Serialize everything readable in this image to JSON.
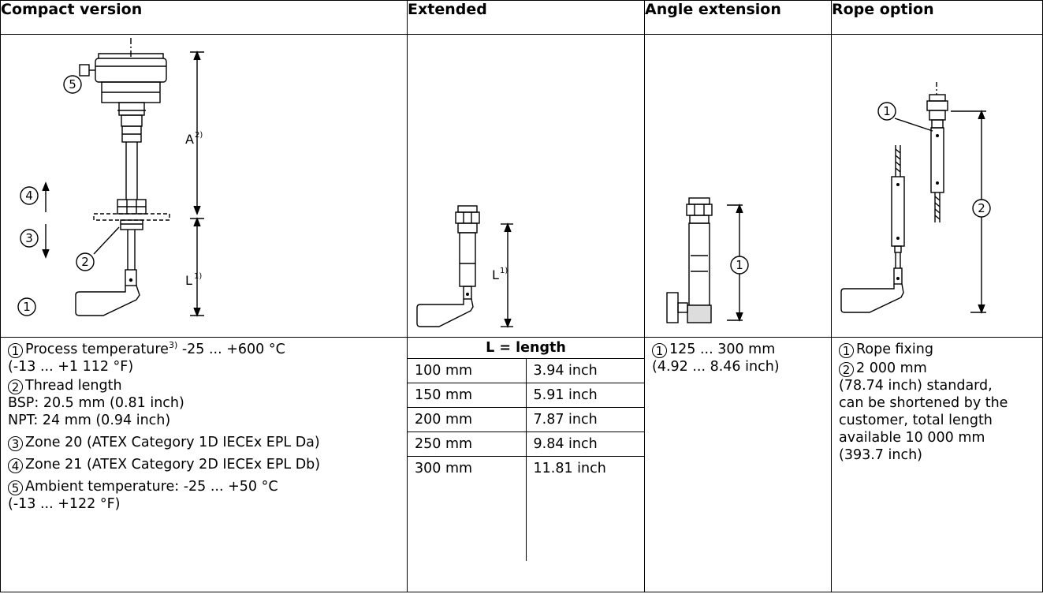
{
  "headers": {
    "compact": "Compact version",
    "extended": "Extended",
    "angle": "Angle extension",
    "rope": "Rope option"
  },
  "figure_labels": {
    "compact": {
      "n1": "1",
      "n2": "2",
      "n3": "3",
      "n4": "4",
      "n5": "5",
      "dim_a": "A",
      "dim_a_note": "2)",
      "dim_l": "L",
      "dim_l_note": "1)"
    },
    "extended": {
      "dim_l": "L",
      "dim_l_note": "1)"
    },
    "angle": {
      "n1": "1"
    },
    "rope": {
      "n1": "1",
      "n2": "2"
    }
  },
  "compact_desc": {
    "item1_label": "Process temperature",
    "item1_note": "3)",
    "item1_value": " -25 ... +600 °C",
    "item1_line2": "(-13 ... +1 112 °F)",
    "item2_label": "Thread length",
    "item2_line2": "BSP: 20.5 mm (0.81 inch)",
    "item2_line3": "NPT: 24 mm (0.94 inch)",
    "item3": "Zone 20 (ATEX Category 1D IECEx EPL Da)",
    "item4": "Zone 21 (ATEX Category 2D IECEx EPL Db)",
    "item5": "Ambient temperature: -25 ... +50 °C",
    "item5_line2": "(-13 ... +122 °F)",
    "nums": [
      "1",
      "2",
      "3",
      "4",
      "5"
    ]
  },
  "length_table": {
    "title": "L = length",
    "rows": [
      {
        "mm": "100 mm",
        "inch": "3.94 inch"
      },
      {
        "mm": "150 mm",
        "inch": "5.91 inch"
      },
      {
        "mm": "200 mm",
        "inch": "7.87 inch"
      },
      {
        "mm": "250 mm",
        "inch": "9.84 inch"
      },
      {
        "mm": "300 mm",
        "inch": "11.81 inch"
      }
    ]
  },
  "angle_desc": {
    "num": "1",
    "line1": "125 ... 300 mm",
    "line2": "(4.92 ... 8.46 inch)"
  },
  "rope_desc": {
    "num1": "1",
    "item1": "Rope fixing",
    "num2": "2",
    "item2_line1": "2 000 mm",
    "item2_line2": "(78.74 inch) standard,",
    "item2_line3": "can be shortened by the",
    "item2_line4": "customer, total length",
    "item2_line5": "available 10 000 mm",
    "item2_line6": "(393.7 inch)"
  }
}
